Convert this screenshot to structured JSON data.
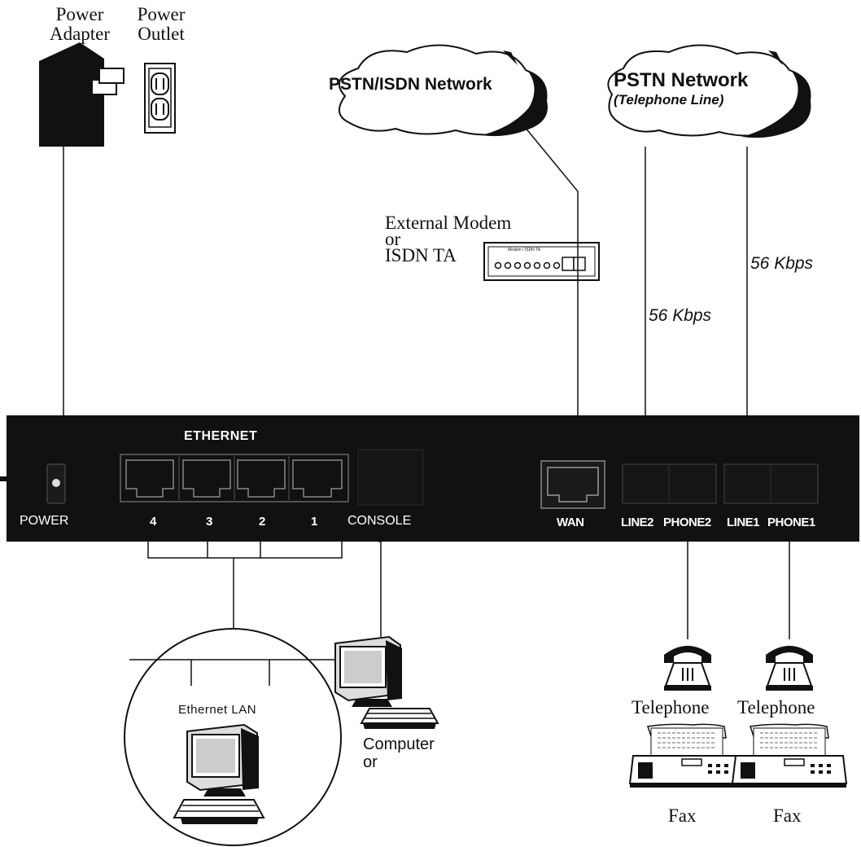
{
  "labels": {
    "power_adapter": [
      "Power",
      "Adapter"
    ],
    "power_outlet": [
      "Power",
      "Outlet"
    ],
    "pstn_isdn_network": "PSTN/ISDN Network",
    "pstn_network": "PSTN Network",
    "telephone_line": "(Telephone Line)",
    "external_modem": [
      "External Modem",
      "or",
      "ISDN TA"
    ],
    "modem_device_text": "Modem / ISDN TA",
    "speed_line2": "56 Kbps",
    "speed_line1": "56 Kbps",
    "ethernet_lan": "Ethernet LAN",
    "computer": [
      "Computer",
      "or"
    ],
    "telephone_left": "Telephone",
    "telephone_right": "Telephone",
    "fax_left": "Fax",
    "fax_right": "Fax"
  },
  "router": {
    "ethernet_heading": "ETHERNET",
    "power_port": "POWER",
    "ethernet_ports": [
      "4",
      "3",
      "2",
      "1"
    ],
    "console_port": "CONSOLE",
    "wan_port": "WAN",
    "line2": "LINE2",
    "phone2": "PHONE2",
    "line1": "LINE1",
    "phone1": "PHONE1"
  }
}
